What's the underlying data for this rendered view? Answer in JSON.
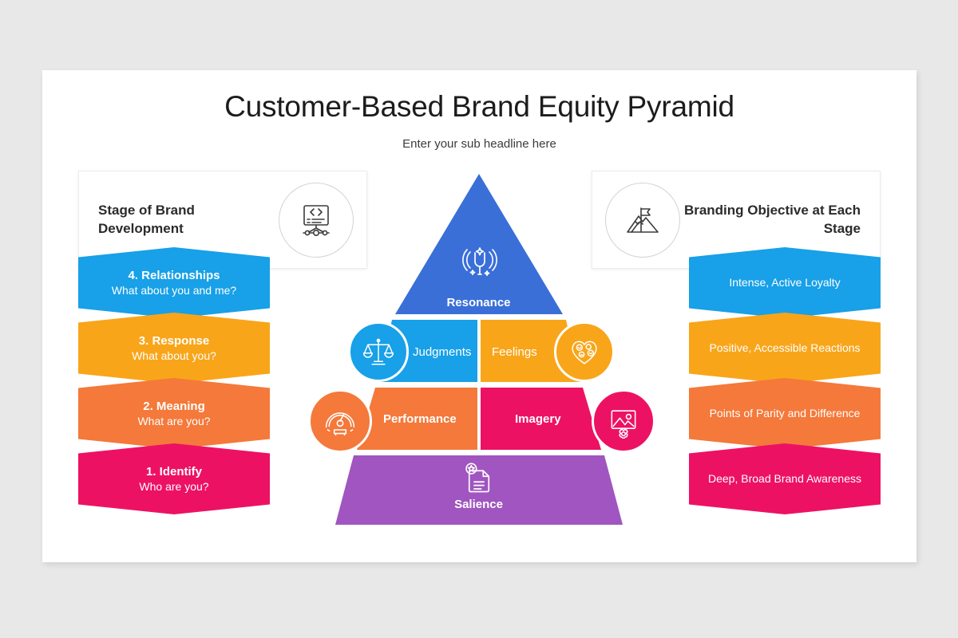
{
  "page": {
    "background_color": "#e8e8e8",
    "card_color": "#ffffff"
  },
  "header": {
    "title": "Customer-Based Brand Equity Pyramid",
    "subtitle": "Enter your sub headline here"
  },
  "left_panel": {
    "heading": "Stage of Brand Development",
    "icon": "code-document-icon",
    "stages": [
      {
        "title": "4. Relationships",
        "subtitle": "What about you and me?",
        "color": "#18a0e8"
      },
      {
        "title": "3. Response",
        "subtitle": "What about you?",
        "color": "#f9a51a"
      },
      {
        "title": "2. Meaning",
        "subtitle": "What are you?",
        "color": "#f4793a"
      },
      {
        "title": "1. Identify",
        "subtitle": "Who are you?",
        "color": "#ed1164"
      }
    ]
  },
  "right_panel": {
    "heading": "Branding Objective at Each Stage",
    "icon": "mountain-flag-icon",
    "objectives": [
      {
        "text": "Intense, Active Loyalty",
        "color": "#18a0e8"
      },
      {
        "text": "Positive, Accessible Reactions",
        "color": "#f9a51a"
      },
      {
        "text": "Points of Parity and Difference",
        "color": "#f4793a"
      },
      {
        "text": "Deep, Broad Brand Awareness",
        "color": "#ed1164"
      }
    ]
  },
  "pyramid": {
    "tiers": [
      {
        "label": "Resonance",
        "color": "#3a6fd8",
        "icon": "tuning-fork-icon"
      },
      {
        "label": "Judgments",
        "color": "#18a0e8",
        "icon": "scales-icon"
      },
      {
        "label": "Feelings",
        "color": "#f9a51a",
        "icon": "heart-emoji-icon"
      },
      {
        "label": "Performance",
        "color": "#f4793a",
        "icon": "gauge-icon"
      },
      {
        "label": "Imagery",
        "color": "#ed1164",
        "icon": "image-gear-icon"
      },
      {
        "label": "Salience",
        "color": "#a055c0",
        "icon": "document-star-icon"
      }
    ]
  }
}
